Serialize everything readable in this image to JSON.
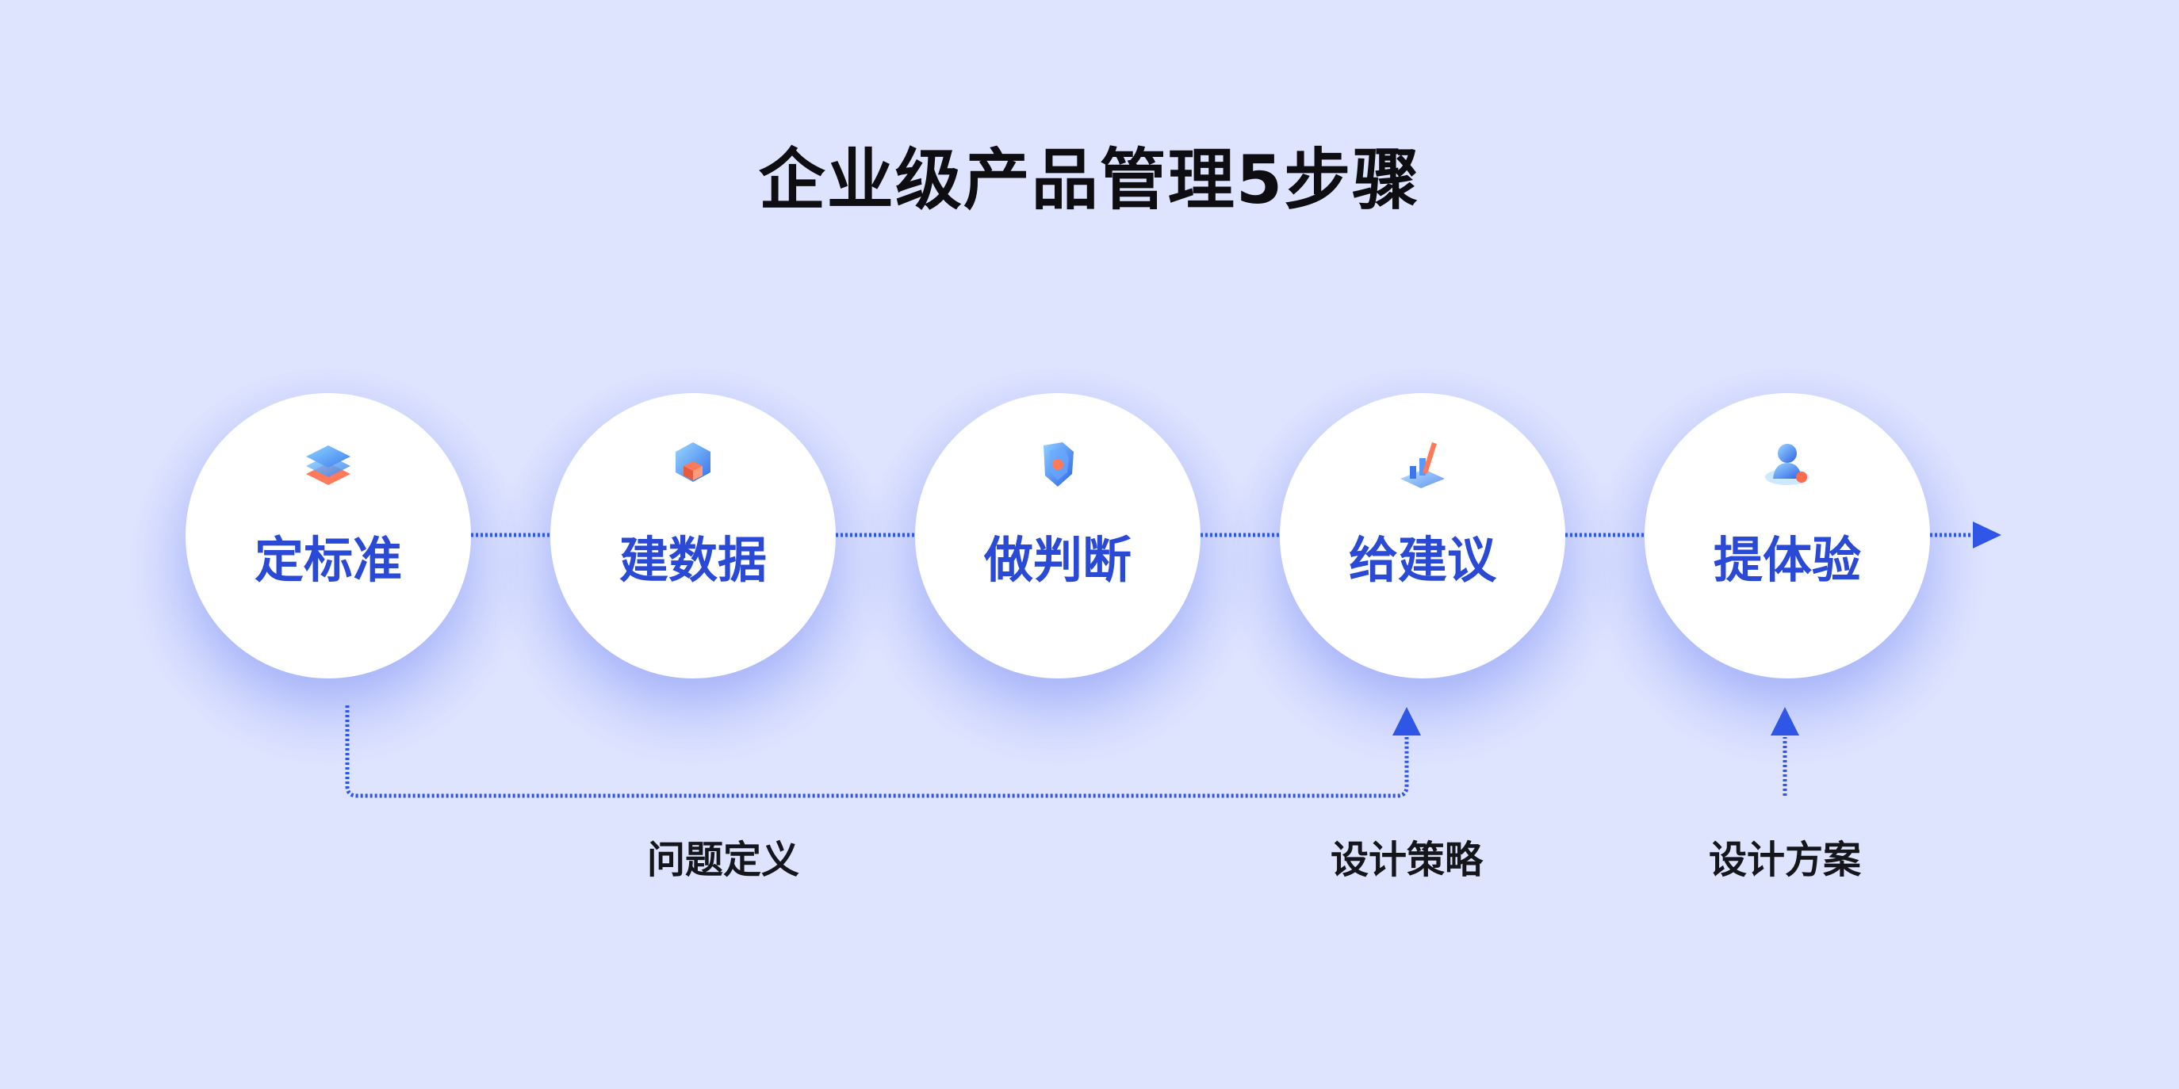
{
  "title": "企业级产品管理5步骤",
  "steps": [
    {
      "label": "定标准",
      "icon": "layers-icon"
    },
    {
      "label": "建数据",
      "icon": "cube-icon"
    },
    {
      "label": "做判断",
      "icon": "shield-icon"
    },
    {
      "label": "给建议",
      "icon": "chart-pencil-icon"
    },
    {
      "label": "提体验",
      "icon": "user-icon"
    }
  ],
  "phases": [
    {
      "label": "问题定义"
    },
    {
      "label": "设计策略"
    },
    {
      "label": "设计方案"
    }
  ],
  "colors": {
    "background": "#dfe4fe",
    "accent": "#2a4ad6",
    "connector": "#2f56e6",
    "title": "#0d0d12"
  }
}
